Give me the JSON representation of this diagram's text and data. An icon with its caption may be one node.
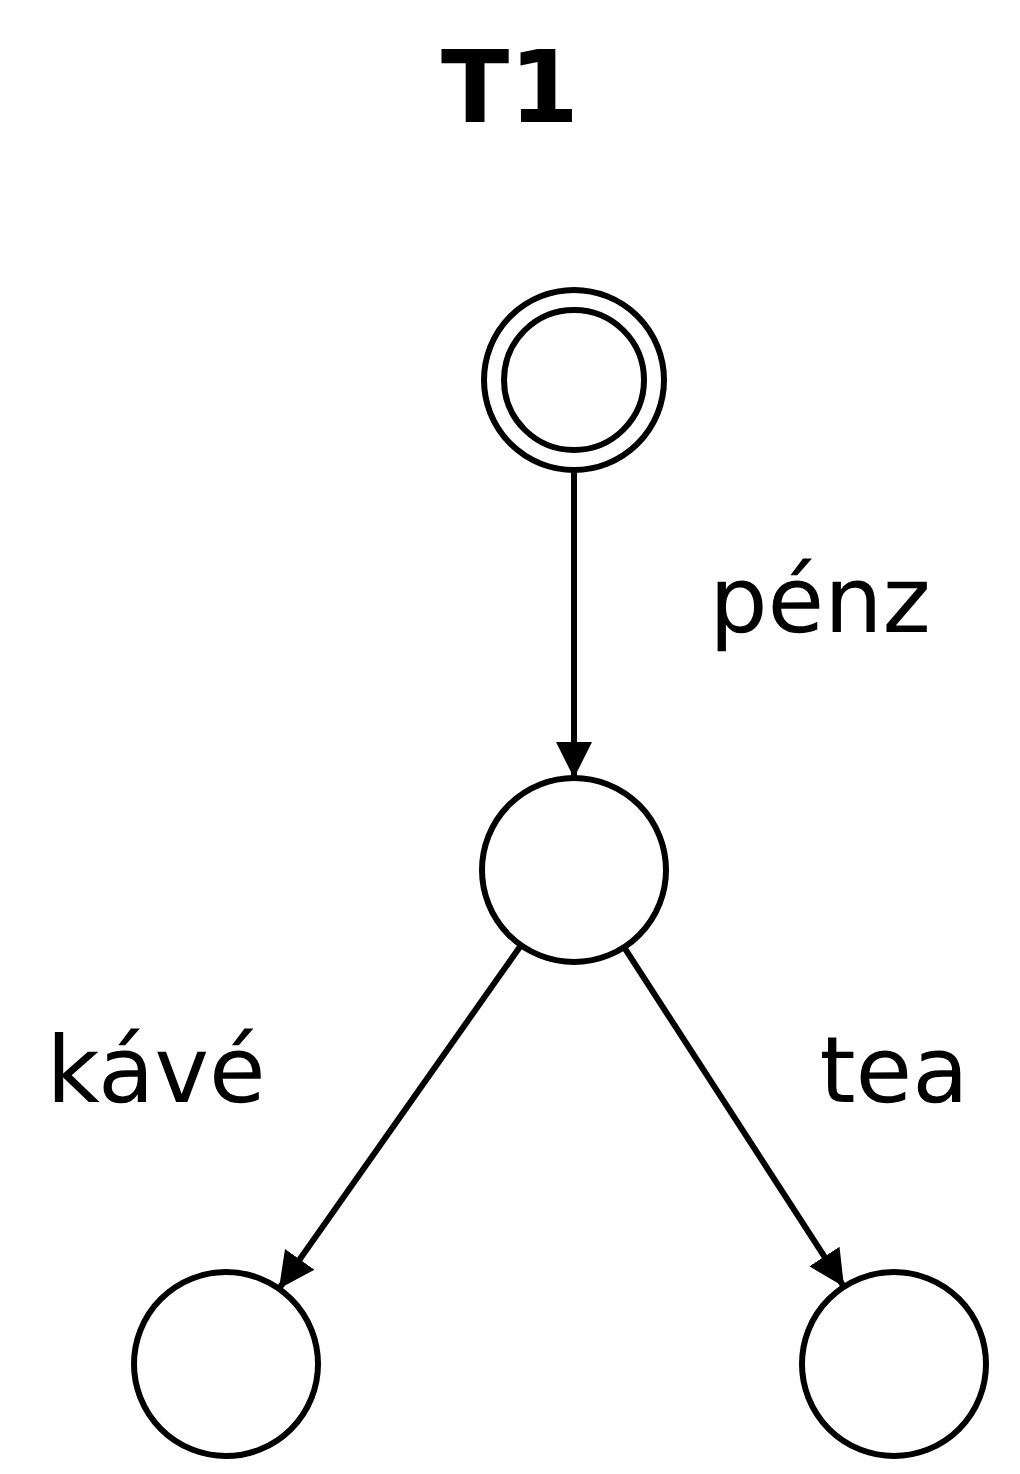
{
  "diagram": {
    "title": "T1",
    "nodes": [
      {
        "text": [],
        "shape": "circle"
      },
      {
        "text": [],
        "shape": "circle"
      },
      {
        "text": [],
        "shape": "circle"
      },
      {
        "text": [],
        "shape": "circle"
      }
    ],
    "edges": [
      {
        "from": 0,
        "to": 1,
        "arrow": "to",
        "label": "pénz"
      },
      {
        "from": 1,
        "to": 2,
        "arrow": "to",
        "label": "kávé"
      },
      {
        "from": 1,
        "to": 3,
        "arrow": "to",
        "label": "tea"
      }
    ]
  }
}
